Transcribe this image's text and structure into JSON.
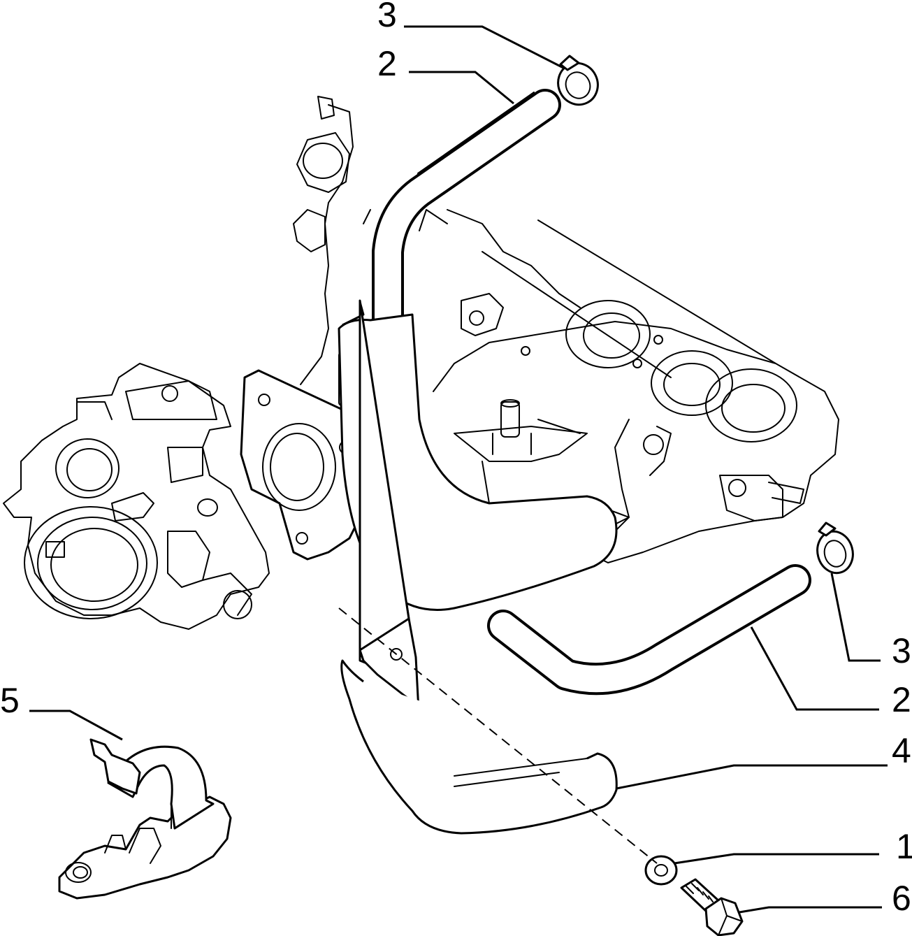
{
  "callouts": [
    {
      "id": "c3-top",
      "number": "3"
    },
    {
      "id": "c2-top",
      "number": "2"
    },
    {
      "id": "c3-right",
      "number": "3"
    },
    {
      "id": "c2-right",
      "number": "2"
    },
    {
      "id": "c4",
      "number": "4"
    },
    {
      "id": "c5",
      "number": "5"
    },
    {
      "id": "c1",
      "number": "1"
    },
    {
      "id": "c6",
      "number": "6"
    }
  ]
}
